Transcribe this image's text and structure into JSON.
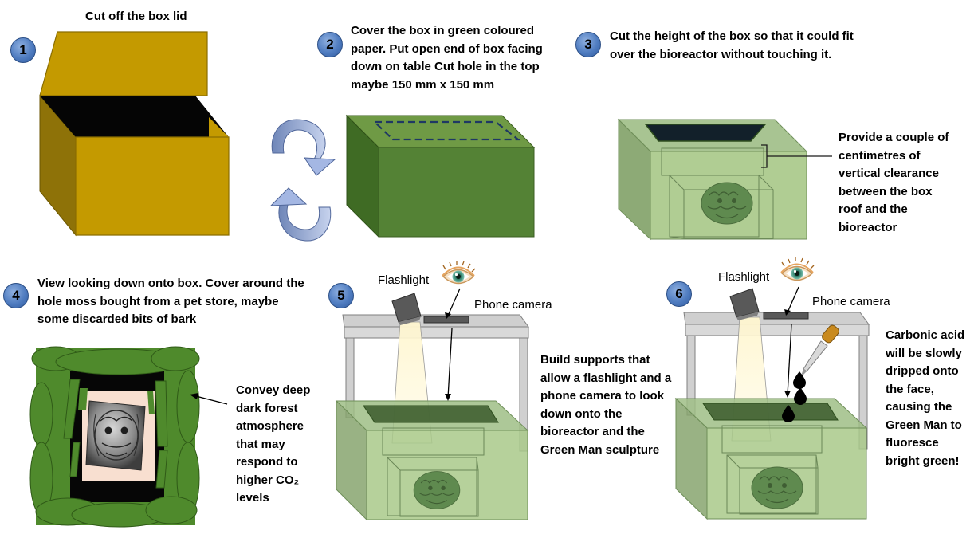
{
  "steps": [
    {
      "number": "1",
      "text": "Cut off the box lid"
    },
    {
      "number": "2",
      "text": "Cover the box in green coloured paper. Put open end of box facing down on table Cut hole in the top maybe 150 mm x 150 mm"
    },
    {
      "number": "3",
      "text": "Cut the height of the box so that it could fit over the bioreactor without touching it."
    },
    {
      "number": "4",
      "text": "View looking down onto box. Cover around the hole moss bought from a pet store, maybe some discarded bits of bark"
    },
    {
      "number": "5",
      "text": "Build supports that allow a flashlight and a phone camera to look down onto the bioreactor and the Green Man sculpture"
    },
    {
      "number": "6",
      "text": "Carbonic acid will be slowly dripped onto the face, causing the Green Man to fluoresce bright green!"
    }
  ],
  "notes": {
    "clearance": "Provide a couple of centimetres of vertical clearance between the box roof and the bioreactor",
    "forest": "Convey deep dark forest atmosphere that may respond to higher CO₂ levels"
  },
  "labels": {
    "flashlight": "Flashlight",
    "phone_camera": "Phone camera"
  },
  "colors": {
    "box_gold": "#c49a00",
    "box_green": "#548235",
    "translucent_green": "#a9c98a",
    "moss": "#4f8a2c",
    "badge_blue": "#4f7cc0"
  }
}
